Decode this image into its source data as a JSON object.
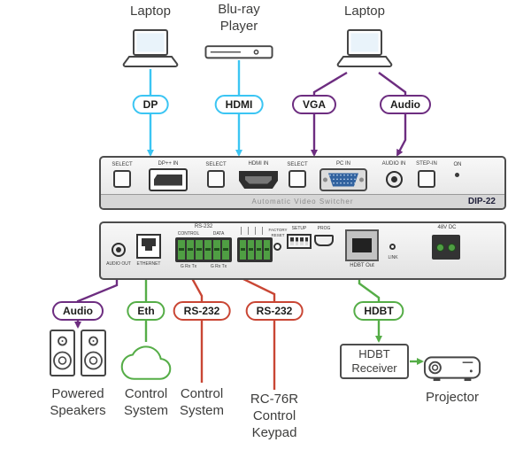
{
  "colors": {
    "cyan": "#3bc5f3",
    "purple": "#6d2d80",
    "green": "#55ad47",
    "red": "#c94634",
    "text": "#3d3d3c",
    "panel_border": "#4d4d4d"
  },
  "devices_top": {
    "laptop_left": "Laptop",
    "bluray": "Blu-ray Player",
    "laptop_right": "Laptop"
  },
  "cable_badges": {
    "dp": "DP",
    "hdmi": "HDMI",
    "vga": "VGA",
    "audio_top": "Audio",
    "audio_bottom": "Audio",
    "eth": "Eth",
    "rs232_a": "RS-232",
    "rs232_b": "RS-232",
    "hdbt": "HDBT"
  },
  "front_panel": {
    "select": "SELECT",
    "dp_in": "DP++ IN",
    "hdmi_in": "HDMI IN",
    "pc_in": "PC IN",
    "audio_in": "AUDIO IN",
    "step_in": "STEP-IN",
    "on": "ON",
    "title": "Automatic Video Switcher",
    "model": "DIP-22"
  },
  "rear_panel": {
    "audio_out": "AUDIO OUT",
    "ethernet": "ETHERNET",
    "rs232": "RS-232",
    "control": "CONTROL",
    "data": "DATA",
    "pins": "G Rx Tx",
    "factory": "FACTORY",
    "reset": "RESET",
    "setup": "SETUP",
    "prog": "PROG",
    "hdbt_out": "HDBT Out",
    "link": "LINK",
    "power": "48V DC"
  },
  "devices_bottom": {
    "speakers": "Powered Speakers",
    "control_system_1": "Control System",
    "control_system_2": "Control System",
    "keypad": "RC-76R Control Keypad",
    "receiver": "HDBT Receiver",
    "projector": "Projector"
  }
}
